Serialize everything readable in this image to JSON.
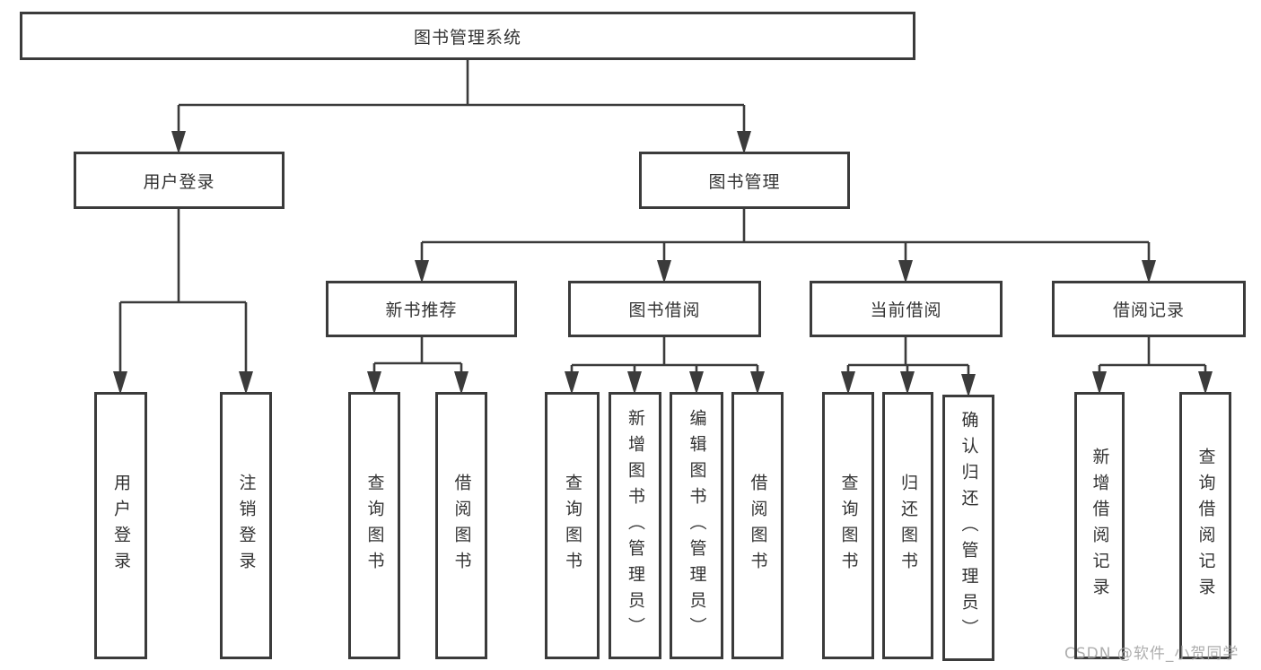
{
  "tree": {
    "label": "图书管理系统",
    "children": [
      {
        "label": "用户登录",
        "children": [
          {
            "label": "用户登录"
          },
          {
            "label": "注销登录"
          }
        ]
      },
      {
        "label": "图书管理",
        "children": [
          {
            "label": "新书推荐",
            "children": [
              {
                "label": "查询图书"
              },
              {
                "label": "借阅图书"
              }
            ]
          },
          {
            "label": "图书借阅",
            "children": [
              {
                "label": "查询图书"
              },
              {
                "label": "新增图书（管理员）"
              },
              {
                "label": "编辑图书（管理员）"
              },
              {
                "label": "借阅图书"
              }
            ]
          },
          {
            "label": "当前借阅",
            "children": [
              {
                "label": "查询图书"
              },
              {
                "label": "归还图书"
              },
              {
                "label": "确认归还（管理员）"
              }
            ]
          },
          {
            "label": "借阅记录",
            "children": [
              {
                "label": "新增借阅记录"
              },
              {
                "label": "查询借阅记录"
              }
            ]
          }
        ]
      }
    ]
  },
  "watermark": {
    "text": "CSDN @软件_小贺同学"
  },
  "colors": {
    "line": "#3b3b3b",
    "text": "#333333",
    "background": "#ffffff",
    "watermark": "#a5a5a5"
  }
}
